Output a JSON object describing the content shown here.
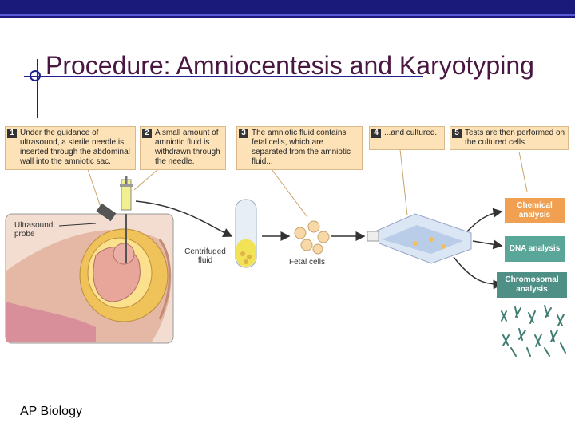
{
  "slide": {
    "title": "Procedure: Amniocentesis and Karyotyping",
    "footer": "AP Biology"
  },
  "steps": [
    {
      "number": "1",
      "text": "Under the guidance of ultrasound, a sterile needle is inserted through the abdominal wall into the amniotic sac."
    },
    {
      "number": "2",
      "text": "A small amount of amniotic fluid is withdrawn through the needle."
    },
    {
      "number": "3",
      "text": "The amniotic fluid contains fetal cells, which are separated from the amniotic fluid..."
    },
    {
      "number": "4",
      "text": "...and cultured."
    },
    {
      "number": "5",
      "text": "Tests are then performed on the cultured cells."
    }
  ],
  "labels": {
    "ultrasound_probe": "Ultrasound probe",
    "centrifuged_fluid": "Centrifuged fluid",
    "fetal_cells": "Fetal cells"
  },
  "analyses": [
    {
      "label": "Chemical analysis",
      "color": "#f0a050"
    },
    {
      "label": "DNA analysis",
      "color": "#5aa79a"
    },
    {
      "label": "Chromosomal analysis",
      "color": "#4e8f86"
    }
  ],
  "colors": {
    "header_bar": "#1a1a7a",
    "title": "#4a1642",
    "step_box": "#fde2b8",
    "arrow": "#333333"
  }
}
